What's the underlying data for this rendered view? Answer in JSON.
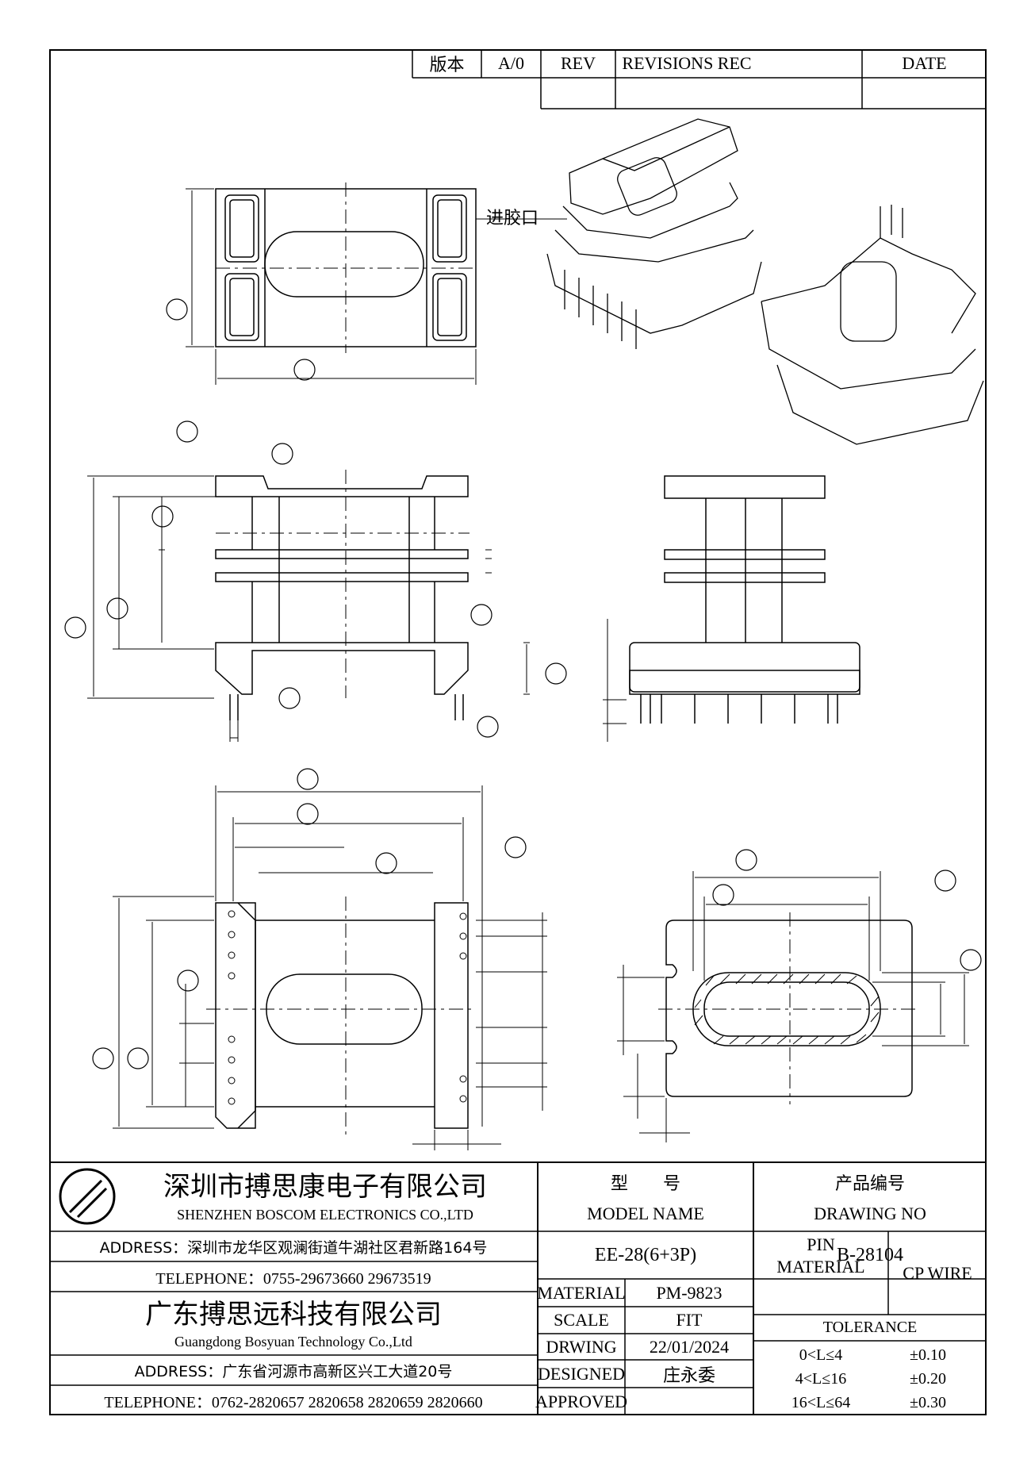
{
  "revision_block": {
    "version_label": "版本",
    "version_value": "A/0",
    "rev_label": "REV",
    "revisions_label": "REVISIONS REC",
    "date_label": "DATE"
  },
  "annotation": {
    "gate_label": "进胶口"
  },
  "title_block": {
    "company1_cn": "深圳市搏思康电子有限公司",
    "company1_en": "SHENZHEN BOSCOM ELECTRONICS CO.,LTD",
    "address1": "ADDRESS：深圳市龙华区观澜街道牛湖社区君新路164号",
    "telephone1": "TELEPHONE：0755-29673660 29673519",
    "company2_cn": "广东搏思远科技有限公司",
    "company2_en": "Guangdong Bosyuan Technology Co.,Ltd",
    "address2": "ADDRESS：广东省河源市高新区兴工大道20号",
    "telephone2": "TELEPHONE：0762-2820657 2820658 2820659 2820660",
    "model_label_cn": "型　　号",
    "model_label_en": "MODEL NAME",
    "drawing_no_label_cn": "产品编号",
    "drawing_no_label_en": "DRAWING NO",
    "model_value": "EE-28(6+3P)",
    "drawing_no_value": "B-28104",
    "material_label": "MATERIAL",
    "material_value": "PM-9823",
    "scale_label": "SCALE",
    "scale_value": "FIT",
    "drawing_label": "DRWING",
    "drawing_date": "22/01/2024",
    "designed_label": "DESIGNED",
    "designed_value": "庄永委",
    "approved_label": "APPROVED",
    "approved_value": "",
    "pin_material_label_1": "PIN",
    "pin_material_label_2": "MATERIAL",
    "pin_material_value": "CP WIRE",
    "tolerance_label": "TOLERANCE",
    "tolerances": [
      {
        "range": "0<L≤4",
        "value": "±0.10"
      },
      {
        "range": "4<L≤16",
        "value": "±0.20"
      },
      {
        "range": "16<L≤64",
        "value": "±0.30"
      }
    ]
  }
}
